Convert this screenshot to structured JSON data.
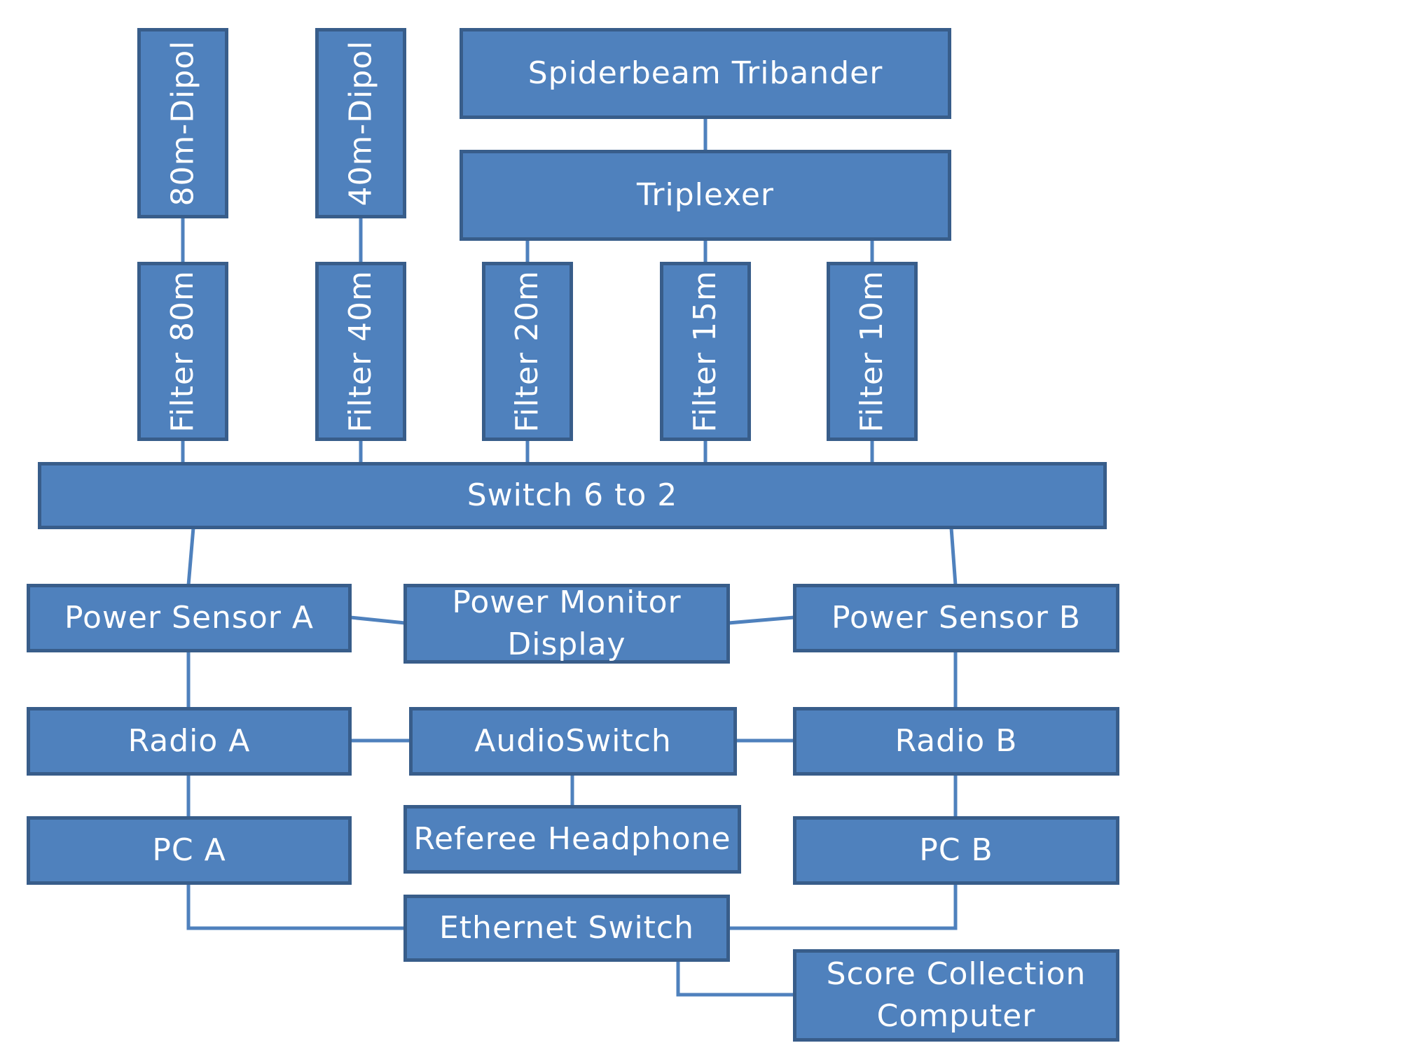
{
  "colors": {
    "fill": "#4f81bd",
    "border": "#385d8a",
    "text": "#ffffff",
    "wire": "#4f81bd"
  },
  "nodes": {
    "dipol_80": "80m-Dipol",
    "dipol_40": "40m-Dipol",
    "tribander": "Spiderbeam Tribander",
    "triplexer": "Triplexer",
    "filter_80": "Filter 80m",
    "filter_40": "Filter 40m",
    "filter_20": "Filter 20m",
    "filter_15": "Filter 15m",
    "filter_10": "Filter 10m",
    "switch": "Switch 6 to 2",
    "power_sensor_a": "Power Sensor A",
    "power_monitor": "Power Monitor Display",
    "power_sensor_b": "Power Sensor B",
    "radio_a": "Radio A",
    "audio_switch": "AudioSwitch",
    "radio_b": "Radio B",
    "pc_a": "PC A",
    "referee_headphone": "Referee Headphone",
    "pc_b": "PC B",
    "ethernet_switch": "Ethernet Switch",
    "score_computer": "Score Collection Computer"
  },
  "connections": [
    [
      "dipol_80",
      "filter_80"
    ],
    [
      "dipol_40",
      "filter_40"
    ],
    [
      "tribander",
      "triplexer"
    ],
    [
      "triplexer",
      "filter_20"
    ],
    [
      "triplexer",
      "filter_15"
    ],
    [
      "triplexer",
      "filter_10"
    ],
    [
      "filter_80",
      "switch"
    ],
    [
      "filter_40",
      "switch"
    ],
    [
      "filter_20",
      "switch"
    ],
    [
      "filter_15",
      "switch"
    ],
    [
      "filter_10",
      "switch"
    ],
    [
      "switch",
      "power_sensor_a"
    ],
    [
      "switch",
      "power_sensor_b"
    ],
    [
      "power_sensor_a",
      "power_monitor"
    ],
    [
      "power_monitor",
      "power_sensor_b"
    ],
    [
      "power_sensor_a",
      "radio_a"
    ],
    [
      "power_sensor_b",
      "radio_b"
    ],
    [
      "radio_a",
      "audio_switch"
    ],
    [
      "audio_switch",
      "radio_b"
    ],
    [
      "audio_switch",
      "referee_headphone"
    ],
    [
      "radio_a",
      "pc_a"
    ],
    [
      "radio_b",
      "pc_b"
    ],
    [
      "pc_a",
      "ethernet_switch"
    ],
    [
      "pc_b",
      "ethernet_switch"
    ],
    [
      "ethernet_switch",
      "score_computer"
    ]
  ]
}
